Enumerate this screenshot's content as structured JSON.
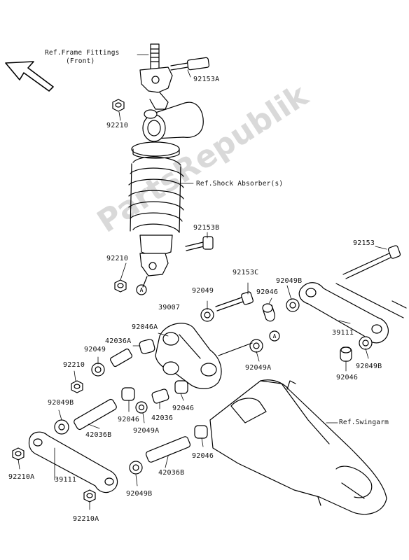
{
  "watermark": "PartsRepublik",
  "refs": {
    "frame_fittings_1": "Ref.Frame Fittings",
    "frame_fittings_2": "(Front)",
    "shock_absorber": "Ref.Shock Absorber(s)",
    "swingarm": "Ref.Swingarm"
  },
  "callout": "A",
  "parts": {
    "p92153A": "92153A",
    "p92210_top": "92210",
    "p92153B": "92153B",
    "p92210_mid": "92210",
    "p92153": "92153",
    "p92153C": "92153C",
    "p92049B_top": "92049B",
    "p92049_mid": "92049",
    "p92046_mid": "92046",
    "p39007": "39007",
    "p92046A": "92046A",
    "p42036A": "42036A",
    "p92049_left": "92049",
    "p92210_left": "92210",
    "p39111_right": "39111",
    "p92049B_right": "92049B",
    "p92049A_mid": "92049A",
    "p92046_right": "92046",
    "p92049B_left": "92049B",
    "p92046_lower1": "92046",
    "p42036": "42036",
    "p92046_lower2": "92046",
    "p42036B_upper": "42036B",
    "p92049A_lower": "92049A",
    "p92046_lower3": "92046",
    "p92210A_left": "92210A",
    "p39111_left": "39111",
    "p42036B_lower": "42036B",
    "p92049B_bottom": "92049B",
    "p92210A_bottom": "92210A"
  }
}
